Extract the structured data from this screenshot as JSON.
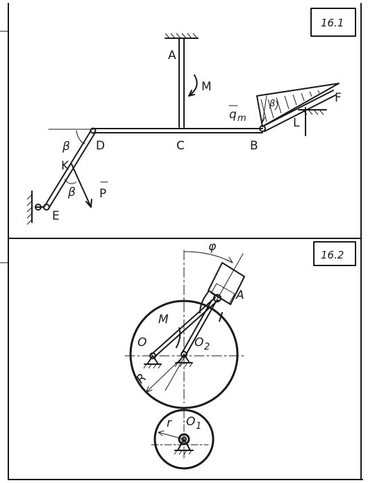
{
  "problems": [
    {
      "tag": "16.1"
    },
    {
      "tag": "16.2"
    }
  ],
  "fig1": {
    "labels": {
      "A": "A",
      "M": "M",
      "C": "C",
      "B": "B",
      "D": "D",
      "E": "E",
      "K": "K",
      "F": "F",
      "L": "L",
      "beta1": "β",
      "beta2": "β",
      "beta3": "β",
      "P": "P",
      "q": "q",
      "q_sub": "m"
    }
  },
  "fig2": {
    "labels": {
      "phi": "φ",
      "A": "A",
      "M": "M",
      "O": "O",
      "O2": "O",
      "O2_sub": "2",
      "R": "R",
      "O1": "O",
      "O1_sub": "1",
      "r": "r"
    }
  }
}
